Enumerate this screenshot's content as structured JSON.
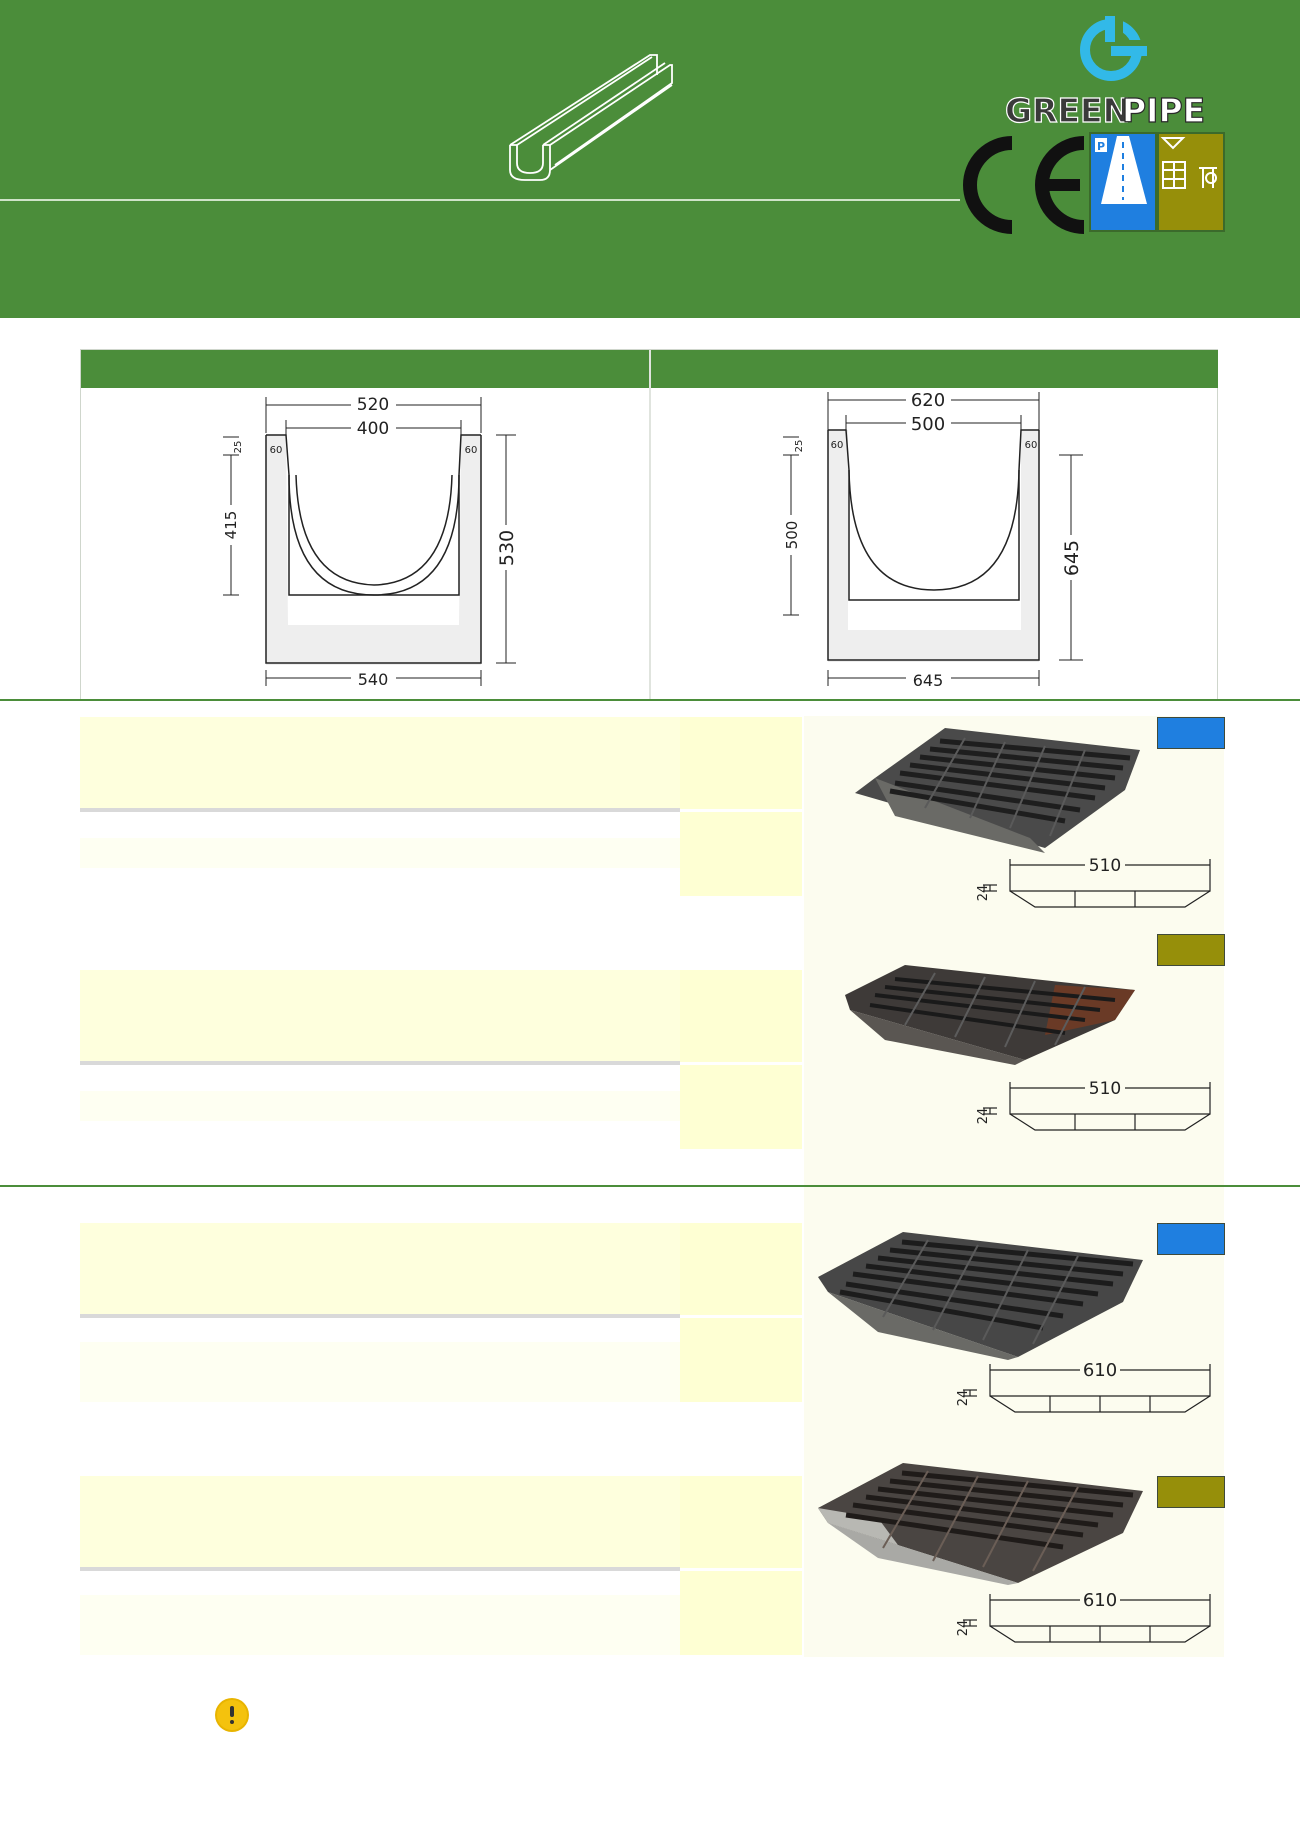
{
  "brand": {
    "name_part1": "GREEN",
    "name_part2": "PIPE"
  },
  "certification": {
    "mark": "CE",
    "class_icons": [
      "road-parking-icon",
      "pedestrian-area-icon"
    ],
    "colors": {
      "blue_class": "#1f7fe0",
      "olive_class": "#968f0a"
    }
  },
  "profiles": [
    {
      "top_width": "520",
      "inner_width": "400",
      "wall_left": "60",
      "wall_right": "60",
      "lip": "25",
      "inner_depth": "415",
      "outer_height": "530",
      "bottom_width": "540"
    },
    {
      "top_width": "620",
      "inner_width": "500",
      "wall_left": "60",
      "wall_right": "60",
      "lip": "25",
      "inner_depth": "500",
      "outer_height": "645",
      "bottom_width": "645"
    }
  ],
  "grates": [
    {
      "length": "510",
      "thickness": "24",
      "class_color": "blue"
    },
    {
      "length": "510",
      "thickness": "24",
      "class_color": "olive"
    },
    {
      "length": "610",
      "thickness": "24",
      "class_color": "blue"
    },
    {
      "length": "610",
      "thickness": "24",
      "class_color": "olive"
    }
  ],
  "colors": {
    "header_green": "#4b8d3a",
    "row_yellow": "#feffdd",
    "panel_cream": "#fcfcef"
  },
  "icons": [
    "greenpipe-logo-icon",
    "u-channel-icon",
    "warning-icon"
  ]
}
